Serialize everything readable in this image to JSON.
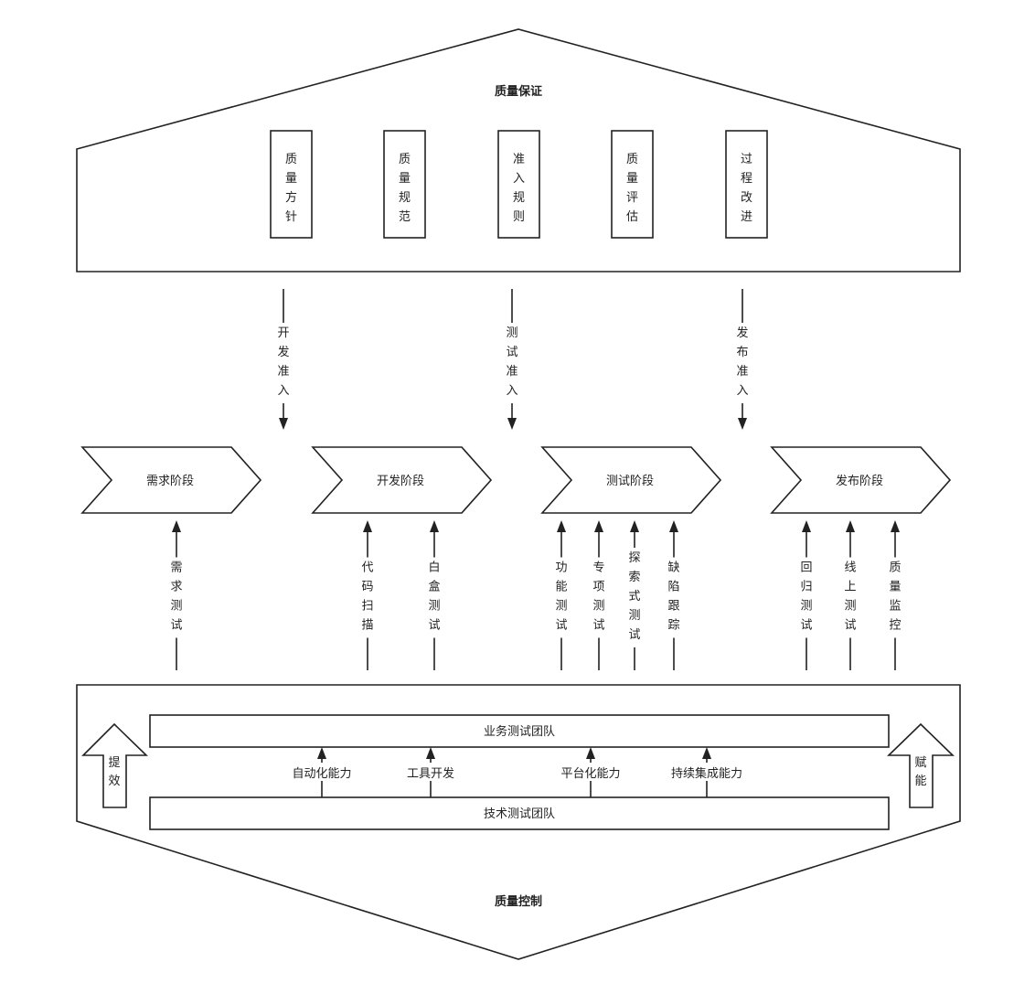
{
  "quality_assurance": {
    "title": "质量保证",
    "pillars": [
      "质量方针",
      "质量规范",
      "准入规则",
      "质量评估",
      "过程改进"
    ]
  },
  "gates": [
    "开发准入",
    "测试准入",
    "发布准入"
  ],
  "phases": [
    "需求阶段",
    "开发阶段",
    "测试阶段",
    "发布阶段"
  ],
  "activities": {
    "requirement": [
      "需求测试"
    ],
    "development": [
      "代码扫描",
      "白盒测试"
    ],
    "testing": [
      "功能测试",
      "专项测试",
      "探索式测试",
      "缺陷跟踪"
    ],
    "release": [
      "回归测试",
      "线上测试",
      "质量监控"
    ]
  },
  "quality_control": {
    "title": "质量控制",
    "business_team": "业务测试团队",
    "tech_team": "技术测试团队",
    "capabilities": [
      "自动化能力",
      "工具开发",
      "平台化能力",
      "持续集成能力"
    ],
    "left_arrow": "提效",
    "right_arrow": "赋能"
  }
}
